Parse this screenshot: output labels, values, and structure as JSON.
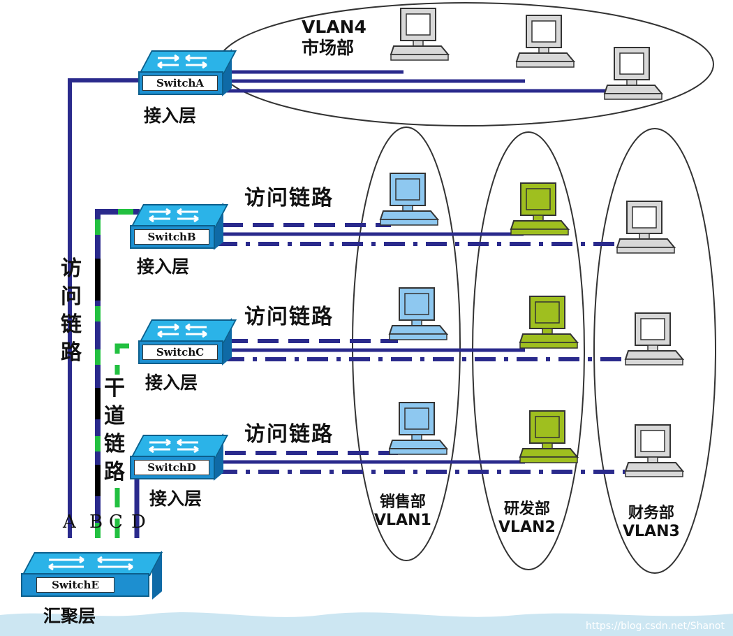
{
  "access_label": "接入层",
  "access_link_label": "访问链路",
  "access_link_vertical": [
    "访",
    "问",
    "链",
    "路"
  ],
  "trunk_link_vertical": [
    "干",
    "道",
    "链",
    "路"
  ],
  "aggregation_label": "汇聚层",
  "ports": [
    "A",
    "B",
    "C",
    "D"
  ],
  "switches": {
    "a": "SwitchA",
    "b": "SwitchB",
    "c": "SwitchC",
    "d": "SwitchD",
    "e": "SwitchE"
  },
  "vlan4": {
    "line1": "VLAN4",
    "line2": "市场部"
  },
  "vlan1": {
    "line1": "销售部",
    "line2": "VLAN1"
  },
  "vlan2": {
    "line1": "研发部",
    "line2": "VLAN2"
  },
  "vlan3": {
    "line1": "财务部",
    "line2": "VLAN3"
  },
  "watermark": "https://blog.csdn.net/Shanot",
  "colors": {
    "link": "#2a2a8c",
    "trunk_green": "#22c040",
    "trunk_black": "#000000",
    "switch_top": "#2bb3e8",
    "switch_front": "#1d8fd0",
    "pc_sales": "#8ec8f0",
    "pc_rd": "#9fbf1f",
    "pc_finance": "#d8d8d8",
    "bottom_band": "#cce6f2"
  }
}
